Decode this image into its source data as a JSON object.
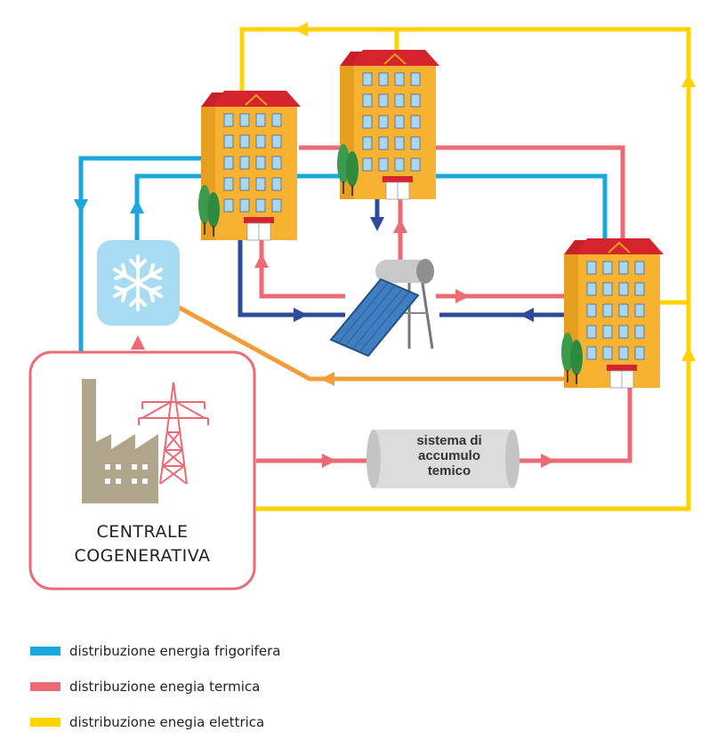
{
  "centrale": {
    "line1": "CENTRALE",
    "line2": "COGENERATIVA"
  },
  "tank": {
    "line1": "sistema di",
    "line2": "accumulo",
    "line3": "temico"
  },
  "legend": [
    {
      "label": "distribuzione energia frigorifera",
      "color": "#1aa7dc"
    },
    {
      "label": "distribuzione enegia termica",
      "color": "#ec6a73"
    },
    {
      "label": "distribuzione enegia elettrica",
      "color": "#ffd200"
    }
  ],
  "colors": {
    "cold": "#1aa7dc",
    "cold_return": "#2d4a9c",
    "heat": "#ec6a73",
    "electric": "#ffd200",
    "waste_heat": "#f39c3a",
    "building": "#f7b232",
    "roof": "#d6242e"
  },
  "icons": [
    "factory-icon",
    "power-pylon-icon",
    "snowflake-icon",
    "solar-collector-icon",
    "building-icon",
    "tree-icon"
  ]
}
